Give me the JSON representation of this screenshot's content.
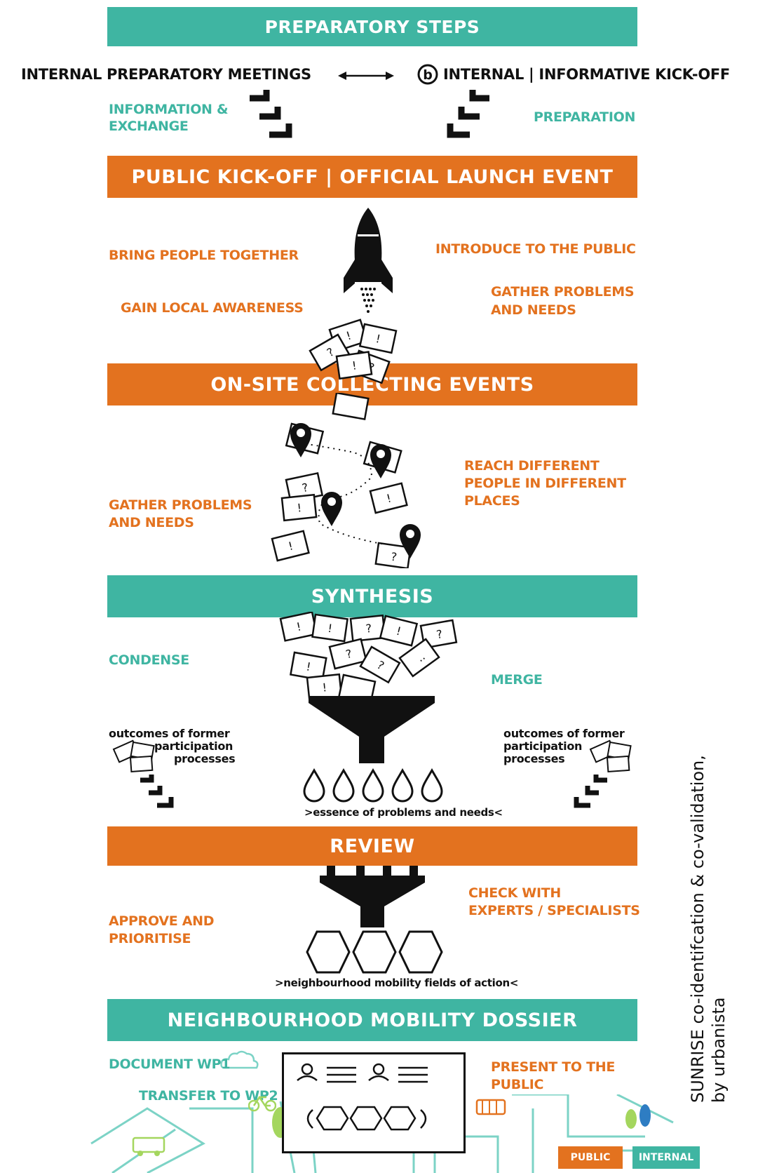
{
  "banners": {
    "preparatory": "PREPARATORY STEPS",
    "public_kickoff": "PUBLIC KICK-OFF | OFFICIAL LAUNCH EVENT",
    "onsite": "ON-SITE COLLECTING EVENTS",
    "synthesis": "SYNTHESIS",
    "review": "REVIEW",
    "dossier": "NEIGHBOURHOOD MOBILITY DOSSIER"
  },
  "preparatory": {
    "internal_meetings": "INTERNAL PREPARATORY MEETINGS",
    "informative_kickoff": "INTERNAL | INFORMATIVE KICK-OFF",
    "kickoff_marker": "b",
    "info_exchange_1": "INFORMATION &",
    "info_exchange_2": "EXCHANGE",
    "preparation": "PREPARATION"
  },
  "launch": {
    "bring_people": "BRING PEOPLE TOGETHER",
    "gain_awareness": "GAIN LOCAL AWARENESS",
    "introduce": "INTRODUCE TO THE PUBLIC",
    "gather_1": "GATHER PROBLEMS",
    "gather_2": "AND NEEDS"
  },
  "onsite": {
    "reach_1": "REACH DIFFERENT",
    "reach_2": "PEOPLE IN DIFFERENT",
    "reach_3": "PLACES",
    "gather_1": "GATHER PROBLEMS",
    "gather_2": "AND NEEDS"
  },
  "synthesis": {
    "condense": "CONDENSE",
    "merge": "MERGE",
    "outcomes_left_1": "outcomes of former",
    "outcomes_left_2": "participation",
    "outcomes_left_3": "processes",
    "outcomes_right_1": "outcomes of former",
    "outcomes_right_2": "participation",
    "outcomes_right_3": "processes",
    "essence": ">essence of problems and needs<"
  },
  "review": {
    "approve_1": "APPROVE AND",
    "approve_2": "PRIORITISE",
    "check_1": "CHECK WITH",
    "check_2": "EXPERTS / SPECIALISTS",
    "fields": ">neighbourhood mobility fields of action<"
  },
  "dossier": {
    "document": "DOCUMENT WP1",
    "transfer": "TRANSFER TO WP2",
    "present_1": "PRESENT TO THE",
    "present_2": "PUBLIC"
  },
  "legend": {
    "public": "PUBLIC",
    "internal": "INTERNAL"
  },
  "caption": {
    "line1": "SUNRISE co-identifcation & co-validation,",
    "line2": "by urbanista"
  },
  "colors": {
    "teal": "#3fb5a2",
    "orange": "#e3721f",
    "black": "#111111"
  }
}
